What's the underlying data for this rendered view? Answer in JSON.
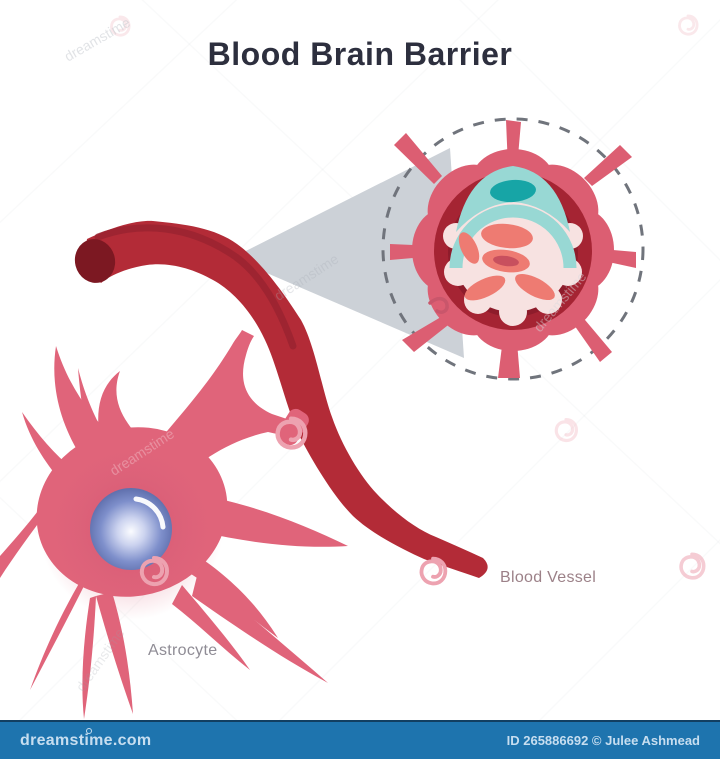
{
  "title": "Blood Brain Barrier",
  "labels": {
    "astrocyte": "Astrocyte",
    "blood_vessel": "Blood Vessel"
  },
  "watermark": {
    "text": "dreamstime"
  },
  "footer": {
    "site": "dreamstime.com",
    "credit": "ID 265886692 © Julee Ashmead"
  },
  "colors": {
    "vessel": "#b32b37",
    "vessel_dark": "#992330",
    "vessel_lumen": "#7c1822",
    "astrocyte": "#e0647a",
    "flower": "#dc5e72",
    "ring": "#a52433",
    "ring_inner": "#8e1c2b",
    "lumen": "#f7e2e1",
    "pericyte": "#98d8d4",
    "pericyte_nucleus": "#17a5a6",
    "rbc": "#ee7b72",
    "rbc_core": "#c8505e",
    "dashed": "#70747c",
    "cone": "#ccd1d7",
    "title": "#2d2f3e",
    "label_astrocyte": "#8f8c95",
    "label_vessel": "#9c8188",
    "footer_bar": "#1e74ae",
    "footer_text": "#c7def0",
    "spiral": "#eda2b0"
  }
}
